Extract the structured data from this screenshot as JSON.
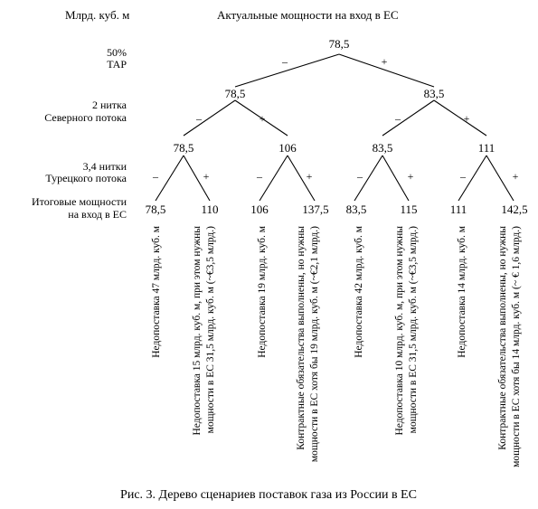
{
  "header": {
    "unit": "Млрд. куб. м",
    "title": "Актуальные мощности на вход в ЕС"
  },
  "row_labels": [
    [
      "50%",
      "TAP"
    ],
    [
      "2 нитка",
      "Северного потока"
    ],
    [
      "3,4 нитки",
      "Турецкого потока"
    ],
    [
      "Итоговые мощности",
      "на вход в ЕС"
    ]
  ],
  "branch_signs": {
    "minus": "–",
    "plus": "+"
  },
  "tree": {
    "root": "78,5",
    "level1": [
      "78,5",
      "83,5"
    ],
    "level2": [
      "78,5",
      "106",
      "83,5",
      "111"
    ],
    "leaves": [
      "78,5",
      "110",
      "106",
      "137,5",
      "83,5",
      "115",
      "111",
      "142,5"
    ]
  },
  "notes": [
    [
      "Недопоставка 47 млрд. куб. м"
    ],
    [
      "Недопоставка 15 млрд. куб. м, при этом нужны",
      "мощности в ЕС 31,5 млрд. куб. м (~€3,5 млрд.)"
    ],
    [
      "Недопоставка 19 млрд. куб. м"
    ],
    [
      "Контрактные обязательства выполнены, но нужны",
      "мощности в ЕС хотя бы 19 млрд. куб. м (~€2,1 млрд.)"
    ],
    [
      "Недопоставка 42 млрд. куб. м"
    ],
    [
      "Недопоставка 10 млрд. куб. м, при этом нужны",
      "мощности в ЕС 31,5 млрд. куб. м (~€3,5 млрд.)"
    ],
    [
      "Недопоставка 14 млрд. куб. м"
    ],
    [
      "Контрактные обязательства выполнены, но нужны",
      "мощности в ЕС хотя бы 14 млрд. куб. м (~ € 1,6 млрд.)"
    ]
  ],
  "caption": "Рис. 3. Дерево сценариев поставок газа из России в ЕС"
}
